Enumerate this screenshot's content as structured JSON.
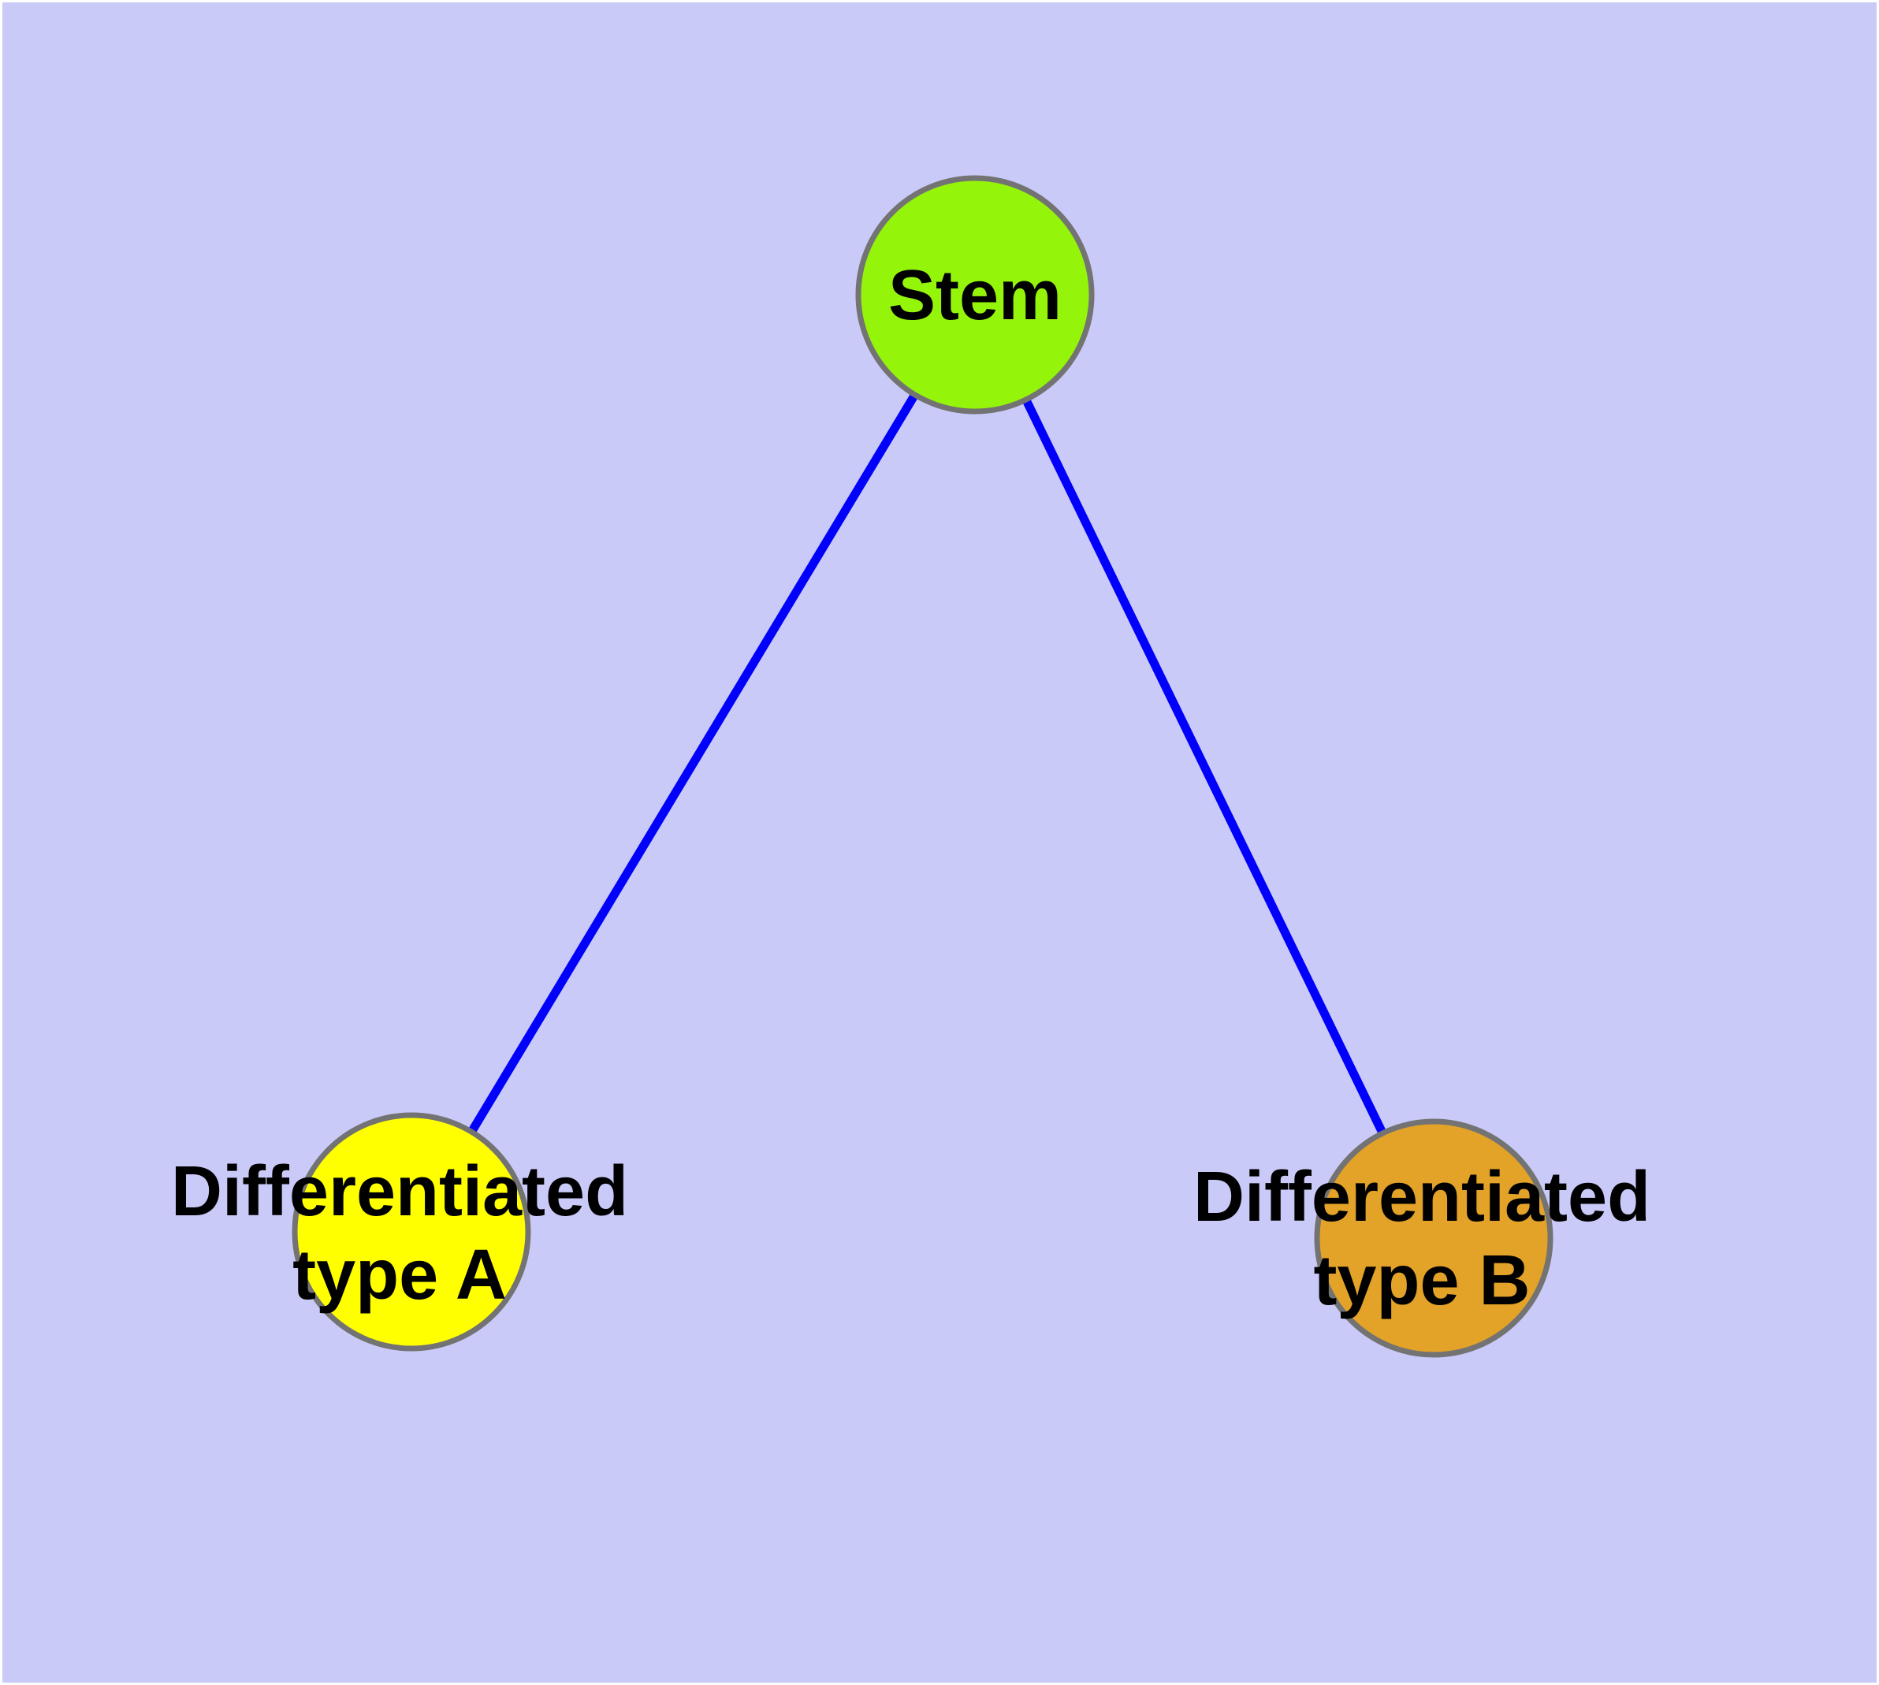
{
  "figure": {
    "type": "node-link-diagram",
    "background_color": "#CACAF8",
    "frame_color": "#FFFFFF",
    "styles": {
      "edge_color": "#0000FB",
      "node_border_color": "#737373",
      "label_color": "#000000"
    },
    "nodes": [
      {
        "id": "stem",
        "lines": [
          "Stem"
        ],
        "fill": "#94F50A"
      },
      {
        "id": "differentiated-type-a",
        "lines": [
          "Differentiated",
          "type A"
        ],
        "fill": "#FFFF00"
      },
      {
        "id": "differentiated-type-b",
        "lines": [
          "Differentiated",
          "type B"
        ],
        "fill": "#E3A228"
      }
    ],
    "edges": [
      {
        "from": "stem",
        "to": "differentiated-type-a"
      },
      {
        "from": "stem",
        "to": "differentiated-type-b"
      }
    ]
  }
}
